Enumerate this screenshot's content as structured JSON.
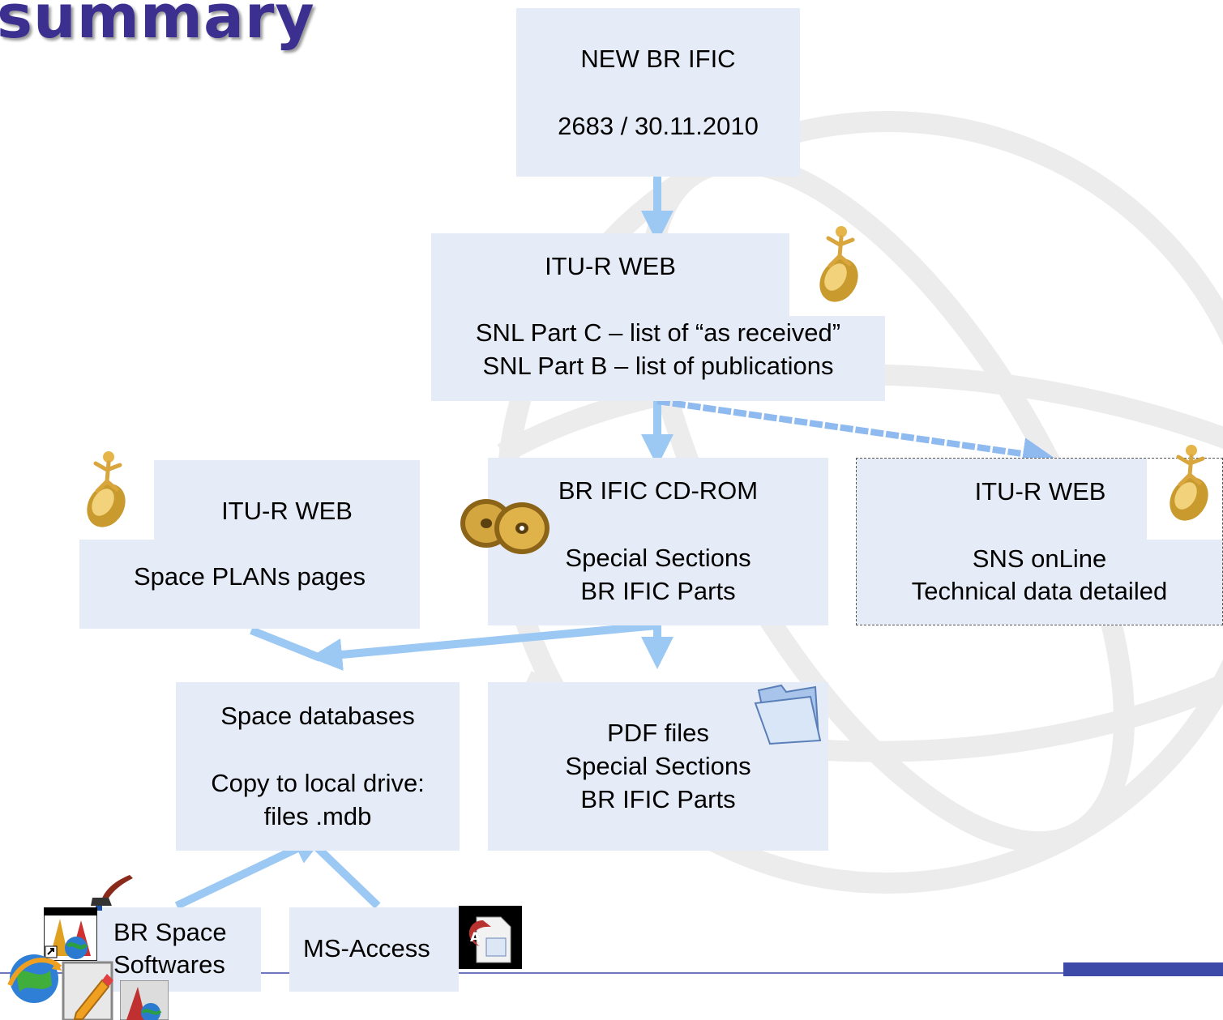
{
  "slide": {
    "title": "summary",
    "colors": {
      "title": "#3b2f8f",
      "box_fill": "#e6ecf7",
      "arrow": "#9cc8f4",
      "footer_bar": "#3e4aa8"
    }
  },
  "boxes": {
    "new_bric": {
      "line1": "NEW BR IFIC",
      "line2": "2683 / 30.11.2010"
    },
    "itu_web_main": {
      "title": "ITU-R WEB",
      "line1": "SNL Part C – list of “as received”",
      "line2": "SNL Part B – list of publications"
    },
    "itu_web_plans": {
      "title": "ITU-R WEB",
      "line1": "Space PLANs pages"
    },
    "cdrom": {
      "title": "BR IFIC CD-ROM",
      "line1": "Special Sections",
      "line2": "BR IFIC Parts"
    },
    "itu_web_sns": {
      "title": "ITU-R WEB",
      "line1": "SNS onLine",
      "line2": "Technical data detailed"
    },
    "space_db": {
      "title": "Space databases",
      "line1": "Copy to local drive:",
      "line2": "files .mdb"
    },
    "pdf": {
      "line1": "PDF files",
      "line2": "Special Sections",
      "line3": "BR IFIC Parts"
    },
    "br_space": {
      "line1": "BR Space",
      "line2": "Softwares"
    },
    "ms_access": {
      "line1": "MS-Access"
    }
  },
  "icons": [
    "mouse-figure-icon",
    "cd-disc-icon",
    "folder-icon",
    "ms-access-icon",
    "br-space-software-icon",
    "quill-icon",
    "globe-icon",
    "edit-page-icon"
  ]
}
